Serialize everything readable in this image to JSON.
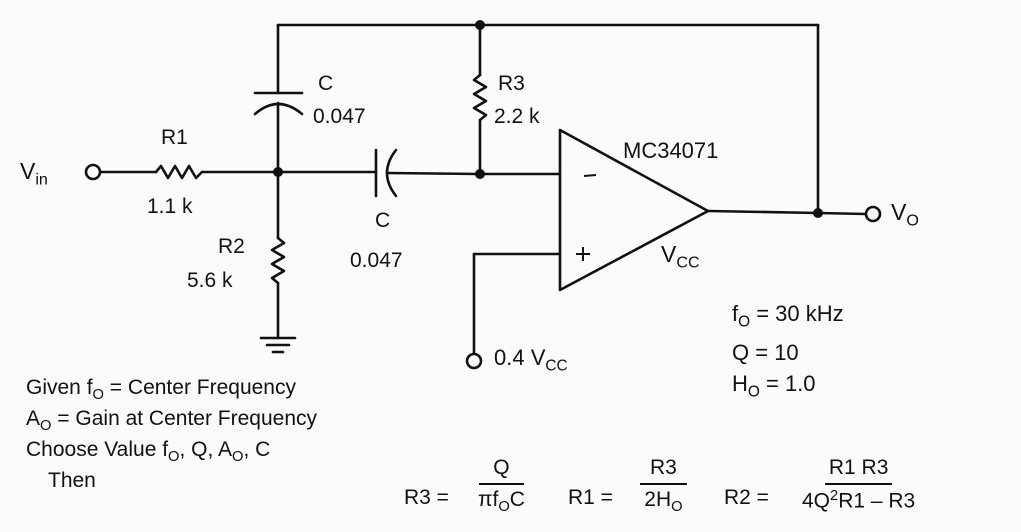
{
  "circuit": {
    "title": "Bandpass filter (multiple feedback)",
    "input_label": {
      "main": "V",
      "sub": "in"
    },
    "output_label": {
      "main": "V",
      "sub": "O"
    },
    "opamp_part": "MC34071",
    "opamp_inverting_symbol": "-",
    "opamp_noninverting_symbol": "+",
    "supply_label": {
      "main": "V",
      "sub": "CC"
    },
    "bias_label": {
      "main": "0.4 V",
      "sub": "CC"
    },
    "components": {
      "R1": {
        "name": "R1",
        "value": "1.1 k"
      },
      "R2": {
        "name": "R2",
        "value": "5.6 k"
      },
      "R3": {
        "name": "R3",
        "value": "2.2 k"
      },
      "C_shunt": {
        "name": "C",
        "value": "0.047"
      },
      "C_series": {
        "name": "C",
        "value": "0.047"
      }
    }
  },
  "parameters": {
    "fo": {
      "symbol": "f",
      "sub": "O",
      "rest": " = 30 kHz"
    },
    "q": {
      "symbol": "Q",
      "rest": " = 10"
    },
    "ho": {
      "symbol": "H",
      "sub": "O",
      "rest": " = 1.0"
    }
  },
  "instructions": {
    "line1": {
      "a": "Given f",
      "sub": "O",
      "b": " = Center Frequency"
    },
    "line2": {
      "a": "A",
      "sub": "O",
      "b": " = Gain at Center Frequency"
    },
    "line3": {
      "a": "Choose Value f",
      "sub1": "O",
      "b": ", Q, A",
      "sub2": "O",
      "c": ", C"
    },
    "line4": "Then"
  },
  "formulas": {
    "r3": {
      "lhs": "R3 =",
      "num": "Q",
      "den_a": "πf",
      "den_sub": "O",
      "den_b": "C"
    },
    "r1": {
      "lhs": "R1 =",
      "num": "R3",
      "den_a": "2H",
      "den_sub": "O"
    },
    "r2": {
      "lhs": "R2 =",
      "num": "R1 R3",
      "den_a": "4Q",
      "den_sup": "2",
      "den_b": "R1 – R3"
    }
  }
}
